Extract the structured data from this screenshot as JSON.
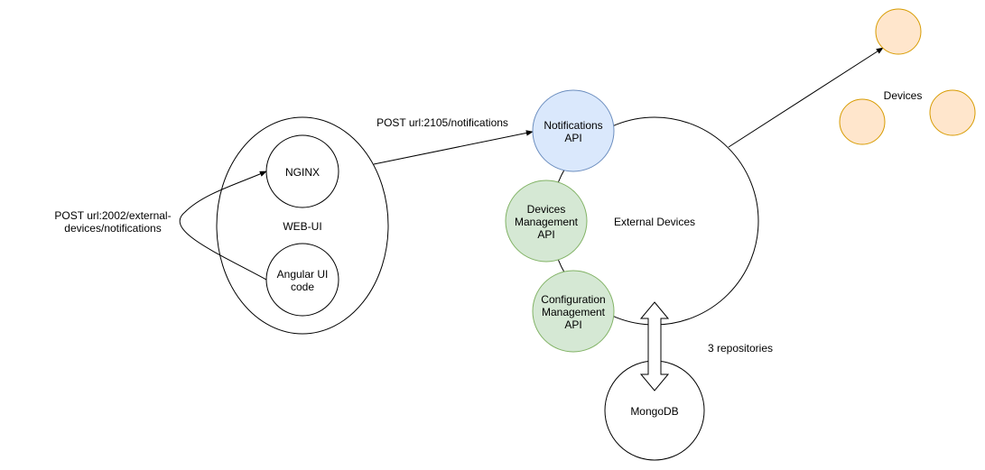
{
  "colors": {
    "stroke": "#000000",
    "notifications_fill": "#dae8fc",
    "notifications_stroke": "#6c8ebf",
    "api_fill": "#d5e8d4",
    "api_stroke": "#82b366",
    "device_fill": "#ffe6cc",
    "device_stroke": "#d79b00",
    "background": "#ffffff"
  },
  "labels": {
    "post_external_line1": "POST url:2002/external-",
    "post_external_line2": "devices/notifications",
    "post_notifications": "POST url:2105/notifications",
    "devices": "Devices",
    "external_devices": "External Devices",
    "repositories": "3 repositories"
  },
  "nodes": {
    "web_ui": {
      "label": "WEB-UI"
    },
    "nginx": {
      "label": "NGINX"
    },
    "angular": {
      "line1": "Angular UI",
      "line2": "code"
    },
    "notifications_api": {
      "line1": "Notifications",
      "line2": "API"
    },
    "devices_management_api": {
      "line1": "Devices",
      "line2": "Management",
      "line3": "API"
    },
    "configuration_management_api": {
      "line1": "Configuration",
      "line2": "Management",
      "line3": "API"
    },
    "mongodb": {
      "label": "MongoDB"
    }
  }
}
